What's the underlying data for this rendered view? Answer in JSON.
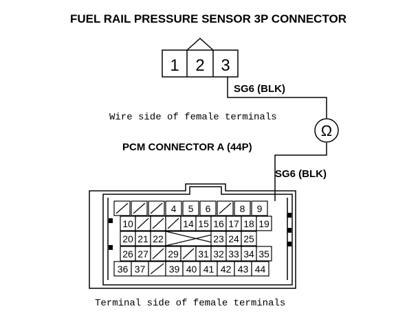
{
  "title": "FUEL RAIL PRESSURE SENSOR 3P CONNECTOR",
  "sensor_connector": {
    "pins": [
      "1",
      "2",
      "3"
    ]
  },
  "wire_top_label": "SG6 (BLK)",
  "wire_side_label": "Wire side of female terminals",
  "ohm_symbol": "Ω",
  "pcm_title": "PCM CONNECTOR A (44P)",
  "wire_bottom_label": "SG6 (BLK)",
  "terminal_side_label": "Terminal side of female terminals",
  "pcm_connector": {
    "row1": [
      "",
      "",
      "",
      "4",
      "5",
      "6",
      "",
      "8",
      "9"
    ],
    "row2": [
      "10",
      "",
      "",
      "",
      "14",
      "15",
      "16",
      "17",
      "18",
      "19"
    ],
    "row3": [
      "20",
      "21",
      "22",
      "",
      "",
      "",
      "23",
      "24",
      "25"
    ],
    "row4": [
      "26",
      "27",
      "",
      "29",
      "",
      "31",
      "32",
      "33",
      "34",
      "35"
    ],
    "row5": [
      "36",
      "37",
      "",
      "39",
      "40",
      "41",
      "42",
      "43",
      "44"
    ]
  },
  "colors": {
    "line": "#000000",
    "background": "#ffffff"
  }
}
